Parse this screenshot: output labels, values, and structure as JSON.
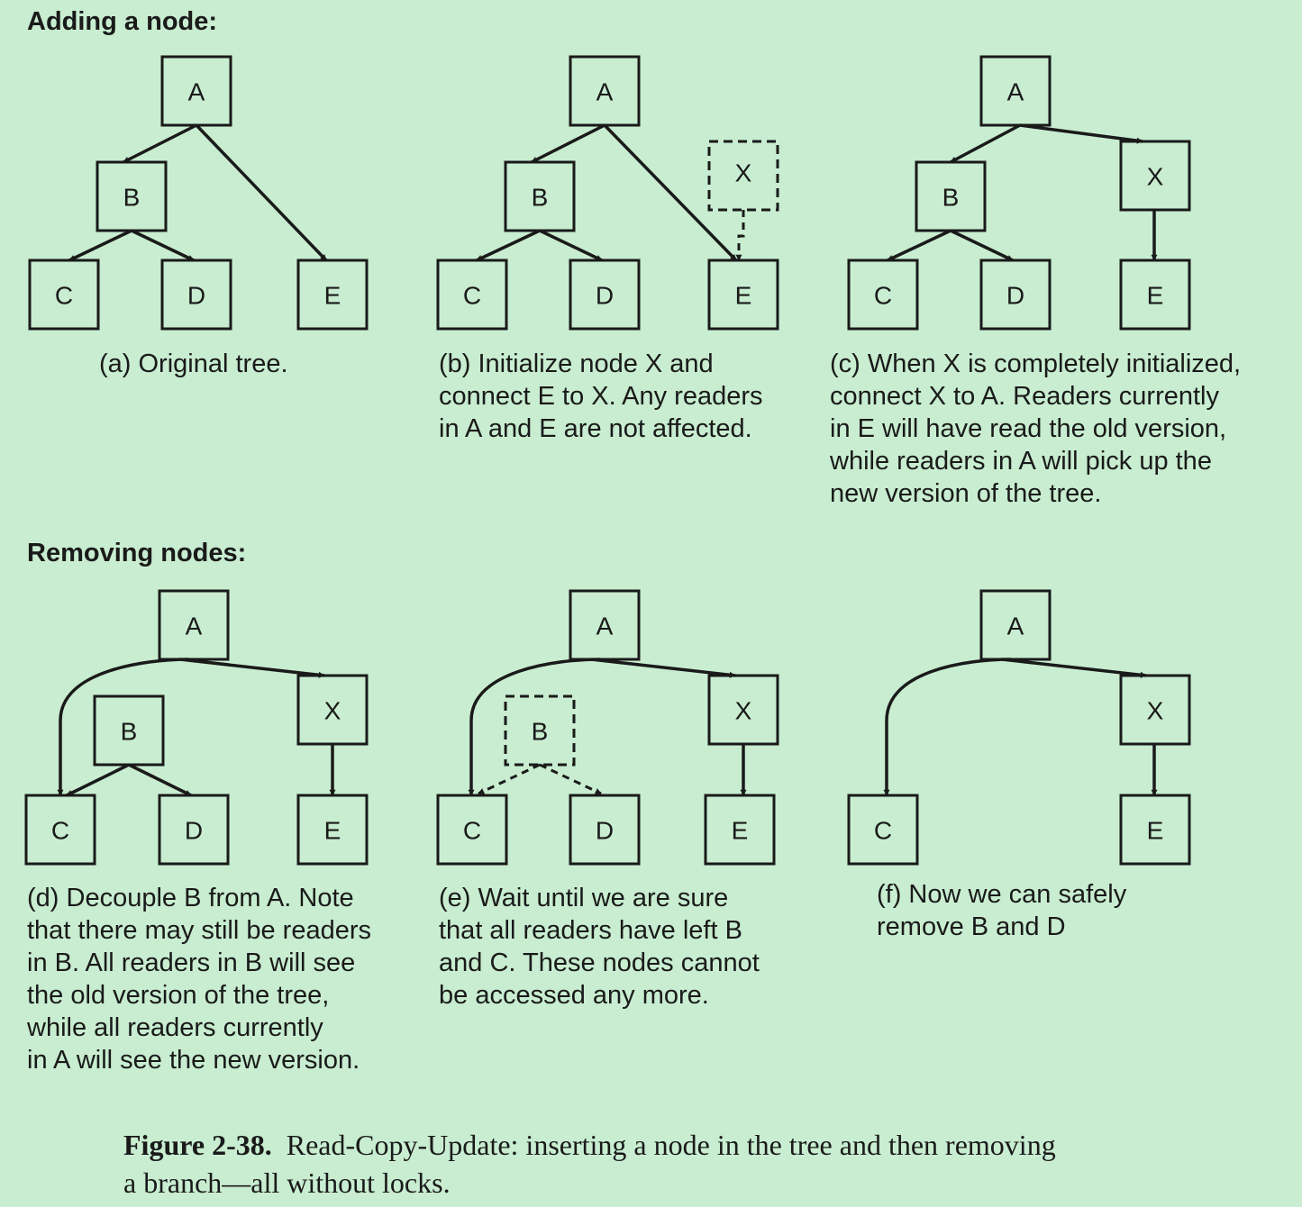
{
  "sections": {
    "adding": "Adding a node:",
    "removing": "Removing nodes:"
  },
  "nodes": {
    "A": "A",
    "B": "B",
    "C": "C",
    "D": "D",
    "E": "E",
    "X": "X"
  },
  "captions": {
    "a": [
      "(a) Original tree."
    ],
    "b": [
      "(b) Initialize node X and",
      "connect E to X. Any readers",
      "in A and E are not affected."
    ],
    "c": [
      "(c) When X is completely initialized,",
      "connect X to A. Readers currently",
      "in E will have read the old version,",
      "while readers in A will pick up the",
      "new version of the tree."
    ],
    "d": [
      "(d) Decouple B from A. Note",
      "that there may still be readers",
      "in B. All readers in B will see",
      "the old version of the tree,",
      "while all readers currently",
      "in A will see the new version."
    ],
    "e": [
      "(e) Wait until we are sure",
      "that all readers have left B",
      "and C. These nodes cannot",
      "be accessed any more."
    ],
    "f": [
      "(f) Now we can safely",
      "remove B and D"
    ]
  },
  "figure": {
    "label": "Figure 2-38.",
    "text_line1": "Read-Copy-Update: inserting a node in the tree and then removing",
    "text_line2": "a branch—all without locks."
  },
  "colors": {
    "background": "#c8edd0",
    "stroke": "#1a1a1a"
  }
}
